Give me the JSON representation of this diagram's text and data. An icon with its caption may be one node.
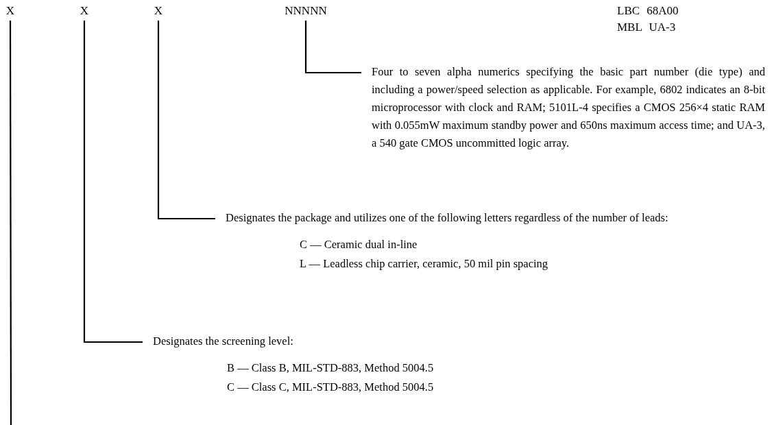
{
  "diagram": {
    "nodes": [
      {
        "text": [
          "X"
        ]
      },
      {
        "text": [
          "X"
        ]
      },
      {
        "text": [
          "X"
        ]
      },
      {
        "text": [
          "NNNNN"
        ]
      },
      {
        "text": [
          "Four to seven alpha numerics specifying the basic part number (die type) and including a power/speed selection as applicable. For example, 6802 indicates an 8-bit microprocessor with clock and RAM; 5101L-4 specifies a CMOS 256×4 static RAM with 0.055mW maximum standby power and 650ns maximum access time; and UA-3, a 540 gate CMOS uncommitted logic array."
        ]
      },
      {
        "text": [
          "Designates the package and utilizes one of the following letters regardless of the number of leads:",
          "C — Ceramic dual in-line",
          "L — Leadless chip carrier, ceramic, 50 mil pin spacing"
        ]
      },
      {
        "text": [
          "Designates the screening level:",
          "B — Class B, MIL-STD-883, Method 5004.5",
          "C — Class C, MIL-STD-883, Method 5004.5"
        ]
      }
    ],
    "edges": [
      {
        "from": 3,
        "to": 4,
        "arrow": "none"
      },
      {
        "from": 2,
        "to": 5,
        "arrow": "none"
      },
      {
        "from": 1,
        "to": 6,
        "arrow": "none"
      },
      {
        "from": 0,
        "to": null,
        "arrow": "none"
      }
    ],
    "labels": [
      "LBC 68A00",
      "MBL UA-3"
    ]
  }
}
